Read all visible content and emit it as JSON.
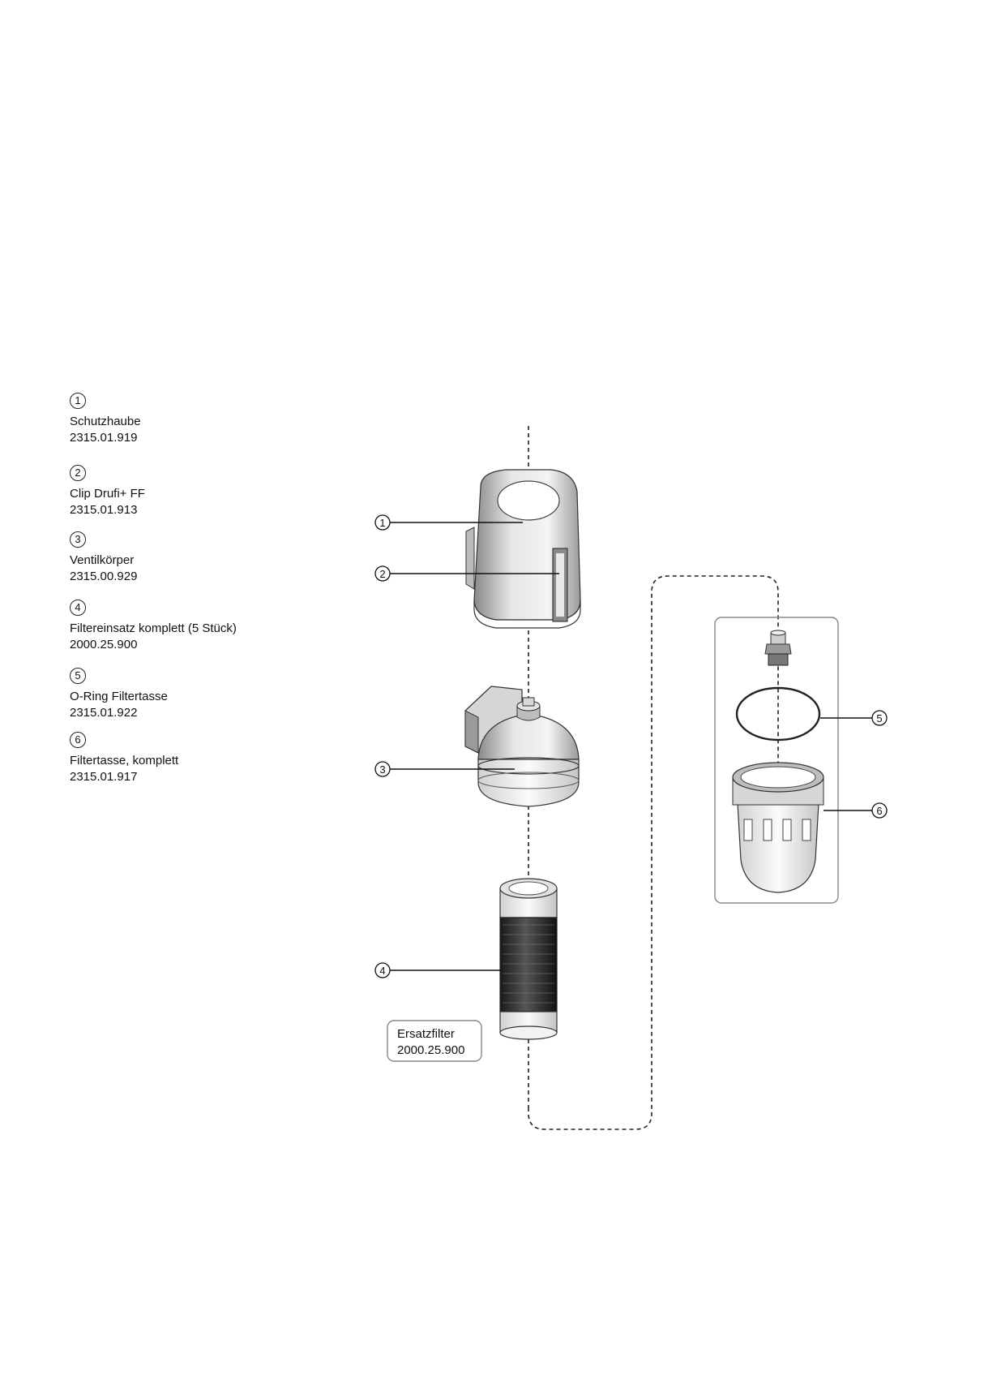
{
  "legend": {
    "items": [
      {
        "num": "1",
        "name": "Schutzhaube",
        "code": "2315.01.919"
      },
      {
        "num": "2",
        "name": "Clip Drufi+ FF",
        "code": "2315.01.913"
      },
      {
        "num": "3",
        "name": "Ventilkörper",
        "code": "2315.00.929"
      },
      {
        "num": "4",
        "name": "Filtereinsatz komplett (5 Stück)",
        "code": "2000.25.900"
      },
      {
        "num": "5",
        "name": "O-Ring Filtertasse",
        "code": "2315.01.922"
      },
      {
        "num": "6",
        "name": "Filtertasse, komplett",
        "code": "2315.01.917"
      }
    ]
  },
  "callouts": [
    "1",
    "2",
    "3",
    "4",
    "5",
    "6"
  ],
  "replacement_box": {
    "title": "Ersatzfilter",
    "code": "2000.25.900"
  }
}
